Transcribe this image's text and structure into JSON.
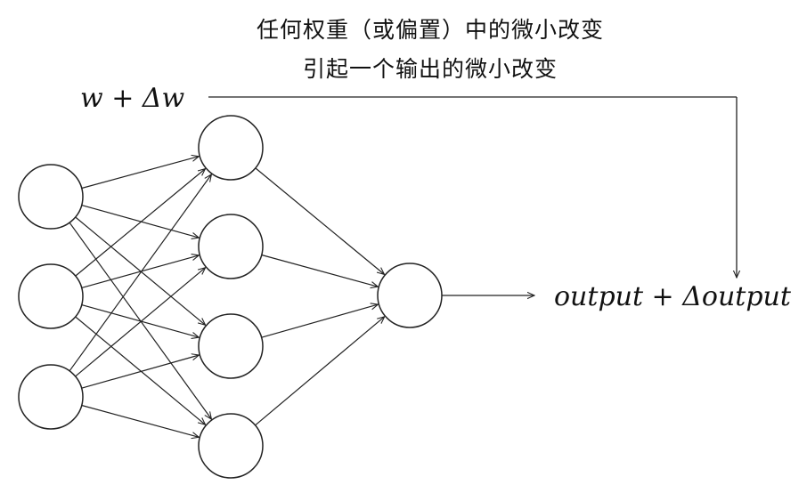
{
  "caption": {
    "line1": "任何权重（或偏置）中的微小改变",
    "line2": "引起一个输出的微小改变"
  },
  "labels": {
    "weight_change": "w + Δw",
    "output_change": "output + Δoutput"
  },
  "network": {
    "layers": [
      3,
      4,
      1
    ],
    "fully_connected": true
  },
  "colors": {
    "stroke": "#222222",
    "node_fill": "#ffffff",
    "text": "#111111"
  }
}
